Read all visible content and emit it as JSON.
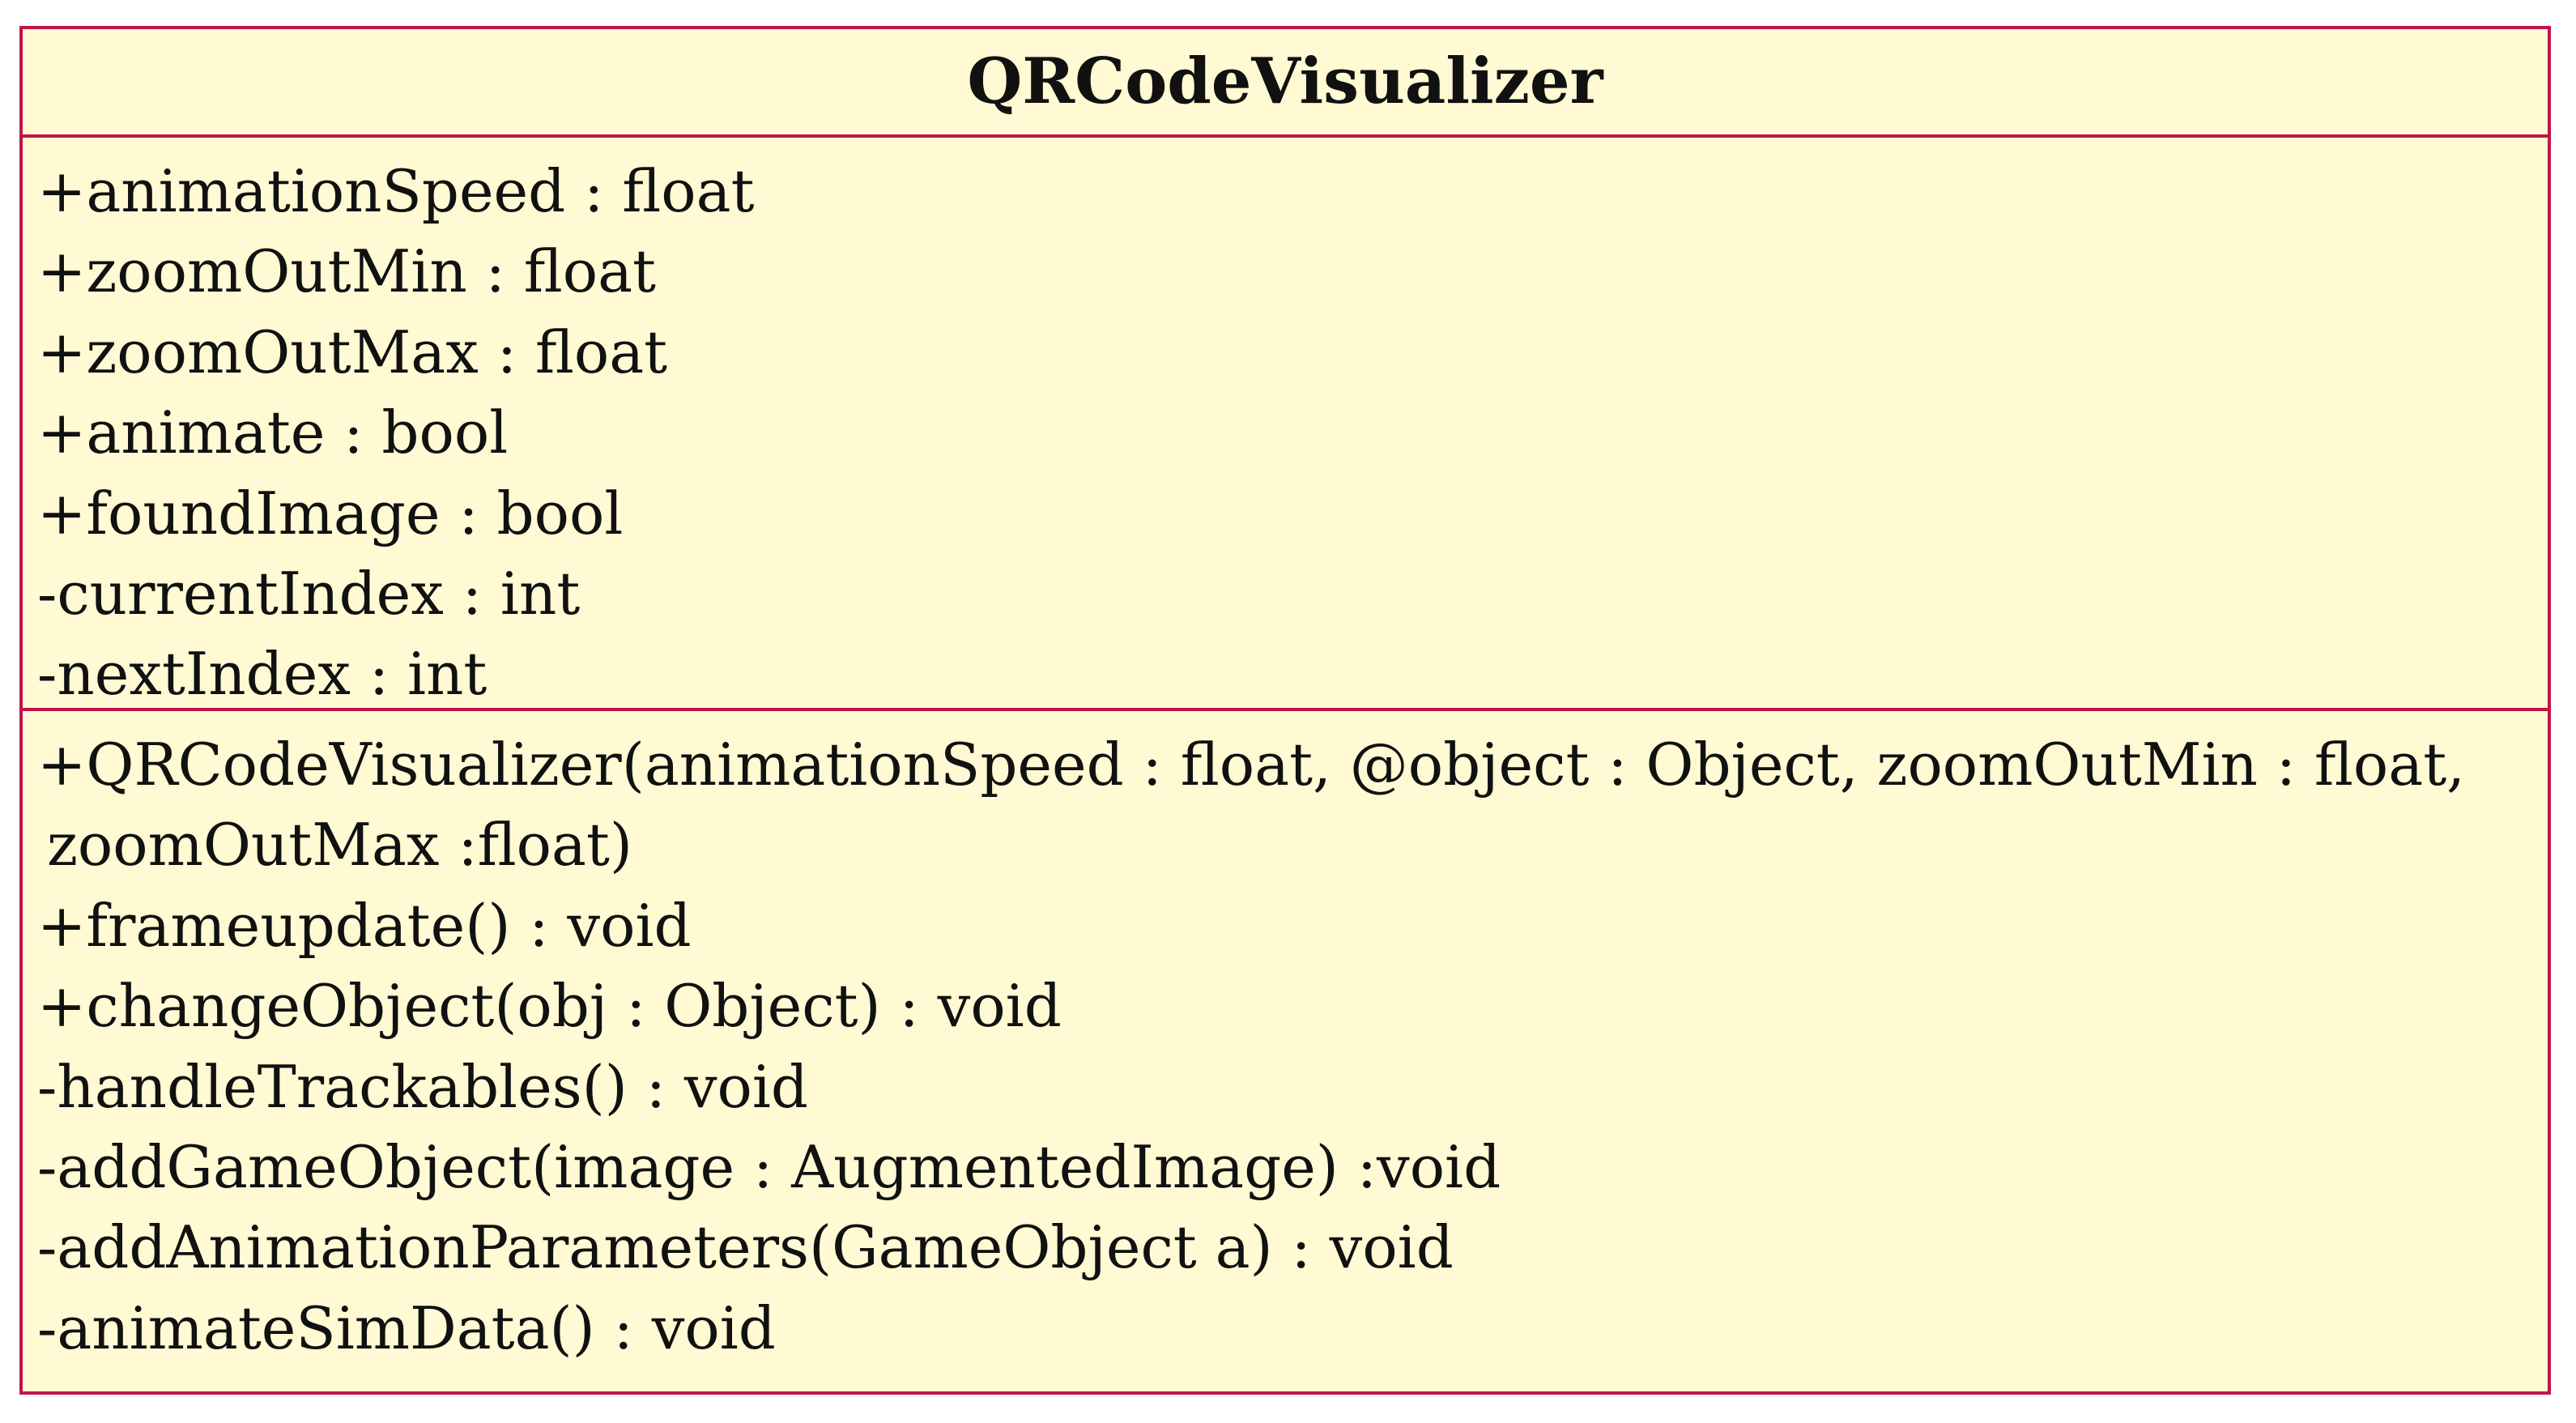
{
  "class_box": {
    "name": "QRCodeVisualizer",
    "attributes": [
      "+animationSpeed : float",
      "+zoomOutMin : float",
      "+zoomOutMax : float",
      "+animate : bool",
      "+foundImage : bool",
      "-currentIndex : int",
      "-nextIndex : int"
    ],
    "operations": [
      "+QRCodeVisualizer(animationSpeed : float, @object : Object, zoomOutMin : float,",
      "zoomOutMax :float)",
      "+frameupdate() : void",
      "+changeObject(obj : Object) : void",
      "-handleTrackables() : void",
      "-addGameObject(image : AugmentedImage) :void",
      "-addAnimationParameters(GameObject a) : void",
      "-animateSimData() : void"
    ],
    "colors": {
      "border": "#c0164a",
      "fill": "#fffad3",
      "text": "#111111"
    }
  }
}
